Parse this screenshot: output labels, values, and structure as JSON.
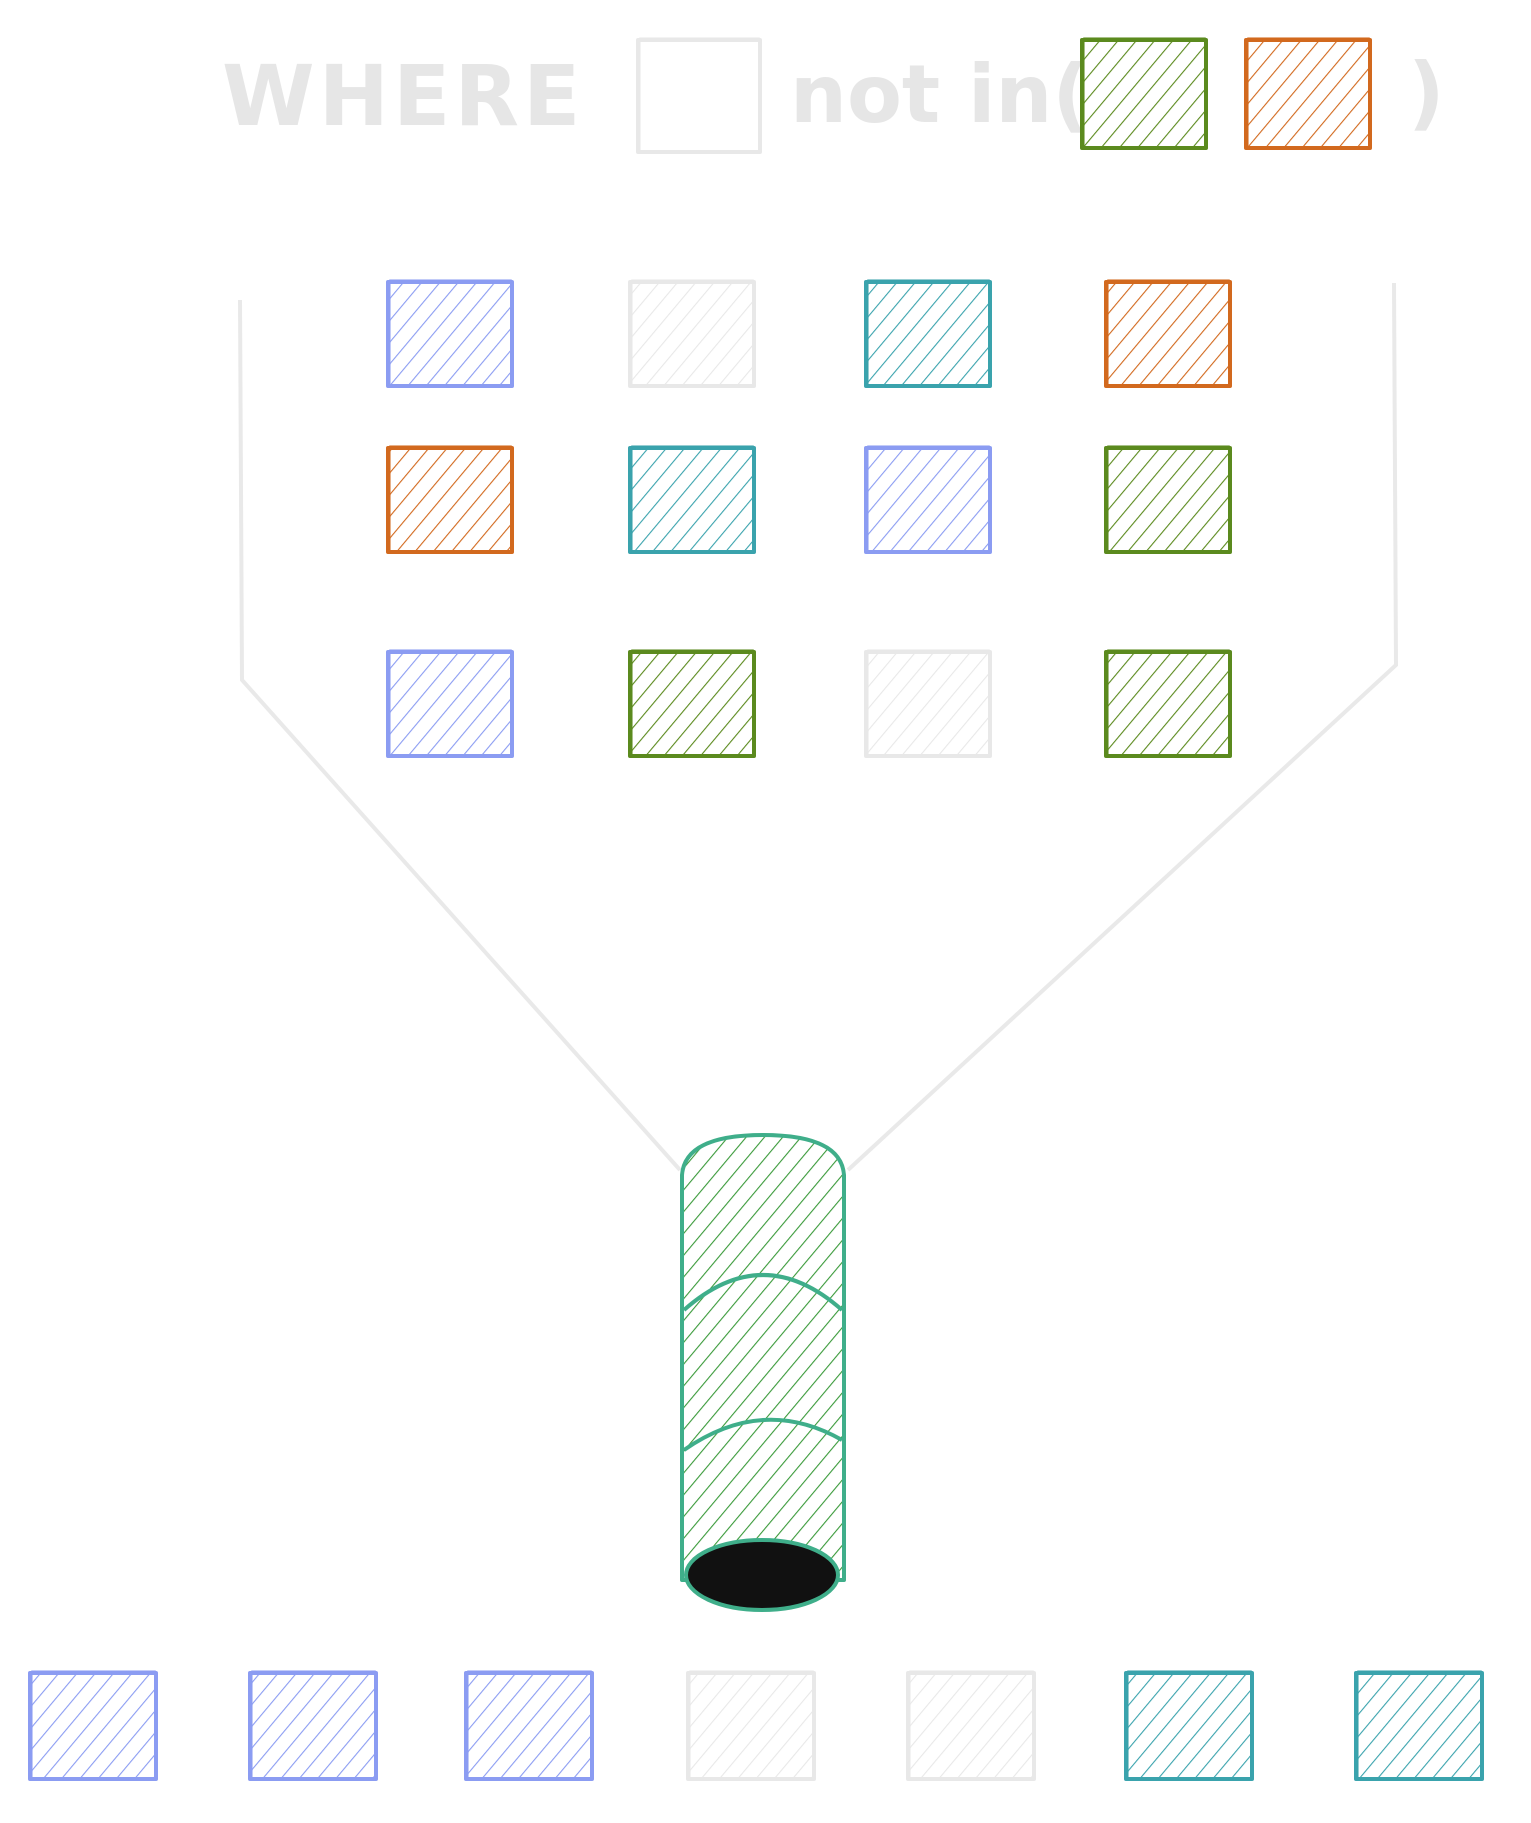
{
  "colors": {
    "purple": "#8b9cf2",
    "gray": "#e8e8e8",
    "teal": "#3aa3ad",
    "orange": "#d2691e",
    "green": "#5b8a1e",
    "pipe_green": "#3a9a3a",
    "pipe_outline": "#3fae8a",
    "funnel": "#e9e9e9",
    "text": "#e6e6e6"
  },
  "query": {
    "where": "WHERE",
    "not_in": "not in(",
    "close": ")",
    "subject_color": "gray",
    "excluded": [
      "green",
      "orange"
    ]
  },
  "input_rows": [
    [
      "purple",
      "gray",
      "teal",
      "orange"
    ],
    [
      "orange",
      "teal",
      "purple",
      "green"
    ],
    [
      "purple",
      "green",
      "gray",
      "green"
    ]
  ],
  "output_row": [
    "purple",
    "purple",
    "purple",
    "gray",
    "gray",
    "teal",
    "teal"
  ]
}
